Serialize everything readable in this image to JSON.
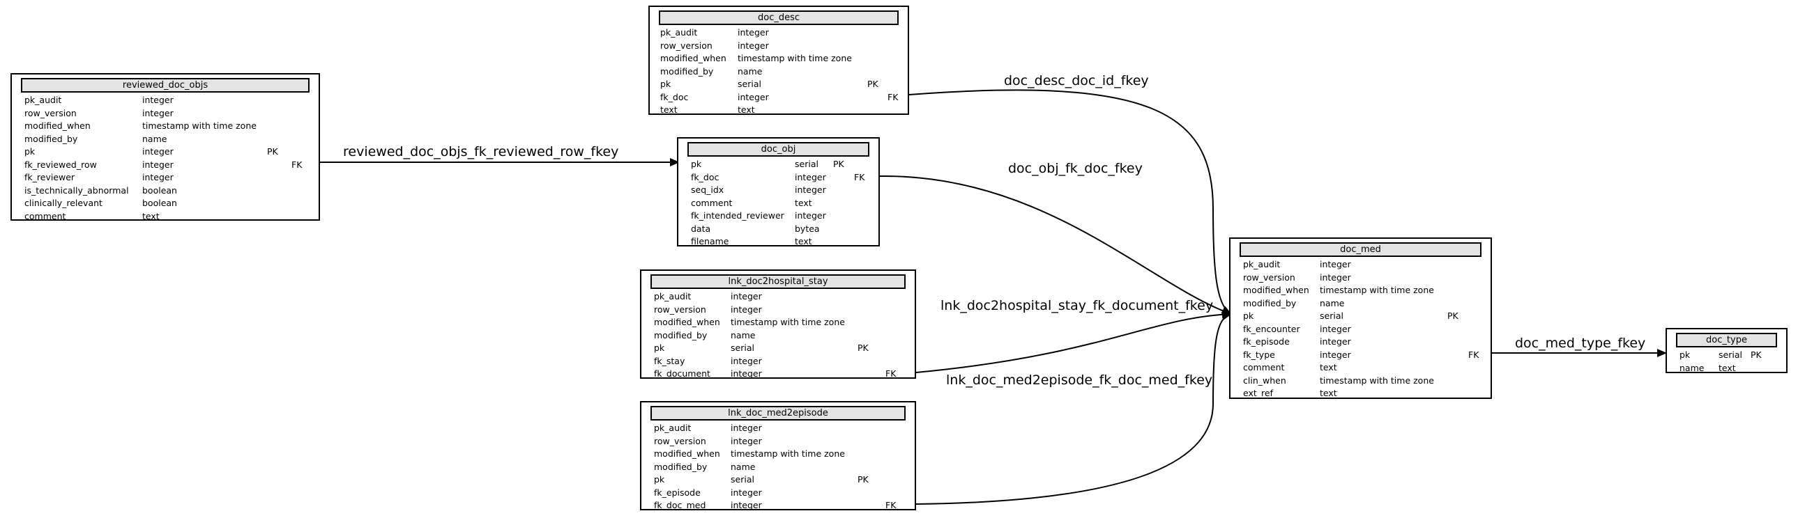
{
  "tables": {
    "reviewed_doc_objs": {
      "name": "reviewed_doc_objs",
      "columns": [
        {
          "name": "pk_audit",
          "type": "integer",
          "key": ""
        },
        {
          "name": "row_version",
          "type": "integer",
          "key": ""
        },
        {
          "name": "modified_when",
          "type": "timestamp with time zone",
          "key": ""
        },
        {
          "name": "modified_by",
          "type": "name",
          "key": ""
        },
        {
          "name": "pk",
          "type": "integer",
          "key": "PK"
        },
        {
          "name": "fk_reviewed_row",
          "type": "integer",
          "key": "FK"
        },
        {
          "name": "fk_reviewer",
          "type": "integer",
          "key": ""
        },
        {
          "name": "is_technically_abnormal",
          "type": "boolean",
          "key": ""
        },
        {
          "name": "clinically_relevant",
          "type": "boolean",
          "key": ""
        },
        {
          "name": "comment",
          "type": "text",
          "key": ""
        }
      ]
    },
    "doc_desc": {
      "name": "doc_desc",
      "columns": [
        {
          "name": "pk_audit",
          "type": "integer",
          "key": ""
        },
        {
          "name": "row_version",
          "type": "integer",
          "key": ""
        },
        {
          "name": "modified_when",
          "type": "timestamp with time zone",
          "key": ""
        },
        {
          "name": "modified_by",
          "type": "name",
          "key": ""
        },
        {
          "name": "pk",
          "type": "serial",
          "key": "PK"
        },
        {
          "name": "fk_doc",
          "type": "integer",
          "key": "FK"
        },
        {
          "name": "text",
          "type": "text",
          "key": ""
        }
      ]
    },
    "doc_obj": {
      "name": "doc_obj",
      "columns": [
        {
          "name": "pk",
          "type": "serial",
          "key": "PK"
        },
        {
          "name": "fk_doc",
          "type": "integer",
          "key": "FK"
        },
        {
          "name": "seq_idx",
          "type": "integer",
          "key": ""
        },
        {
          "name": "comment",
          "type": "text",
          "key": ""
        },
        {
          "name": "fk_intended_reviewer",
          "type": "integer",
          "key": ""
        },
        {
          "name": "data",
          "type": "bytea",
          "key": ""
        },
        {
          "name": "filename",
          "type": "text",
          "key": ""
        }
      ]
    },
    "lnk_doc2hospital_stay": {
      "name": "lnk_doc2hospital_stay",
      "columns": [
        {
          "name": "pk_audit",
          "type": "integer",
          "key": ""
        },
        {
          "name": "row_version",
          "type": "integer",
          "key": ""
        },
        {
          "name": "modified_when",
          "type": "timestamp with time zone",
          "key": ""
        },
        {
          "name": "modified_by",
          "type": "name",
          "key": ""
        },
        {
          "name": "pk",
          "type": "serial",
          "key": "PK"
        },
        {
          "name": "fk_stay",
          "type": "integer",
          "key": ""
        },
        {
          "name": "fk_document",
          "type": "integer",
          "key": "FK"
        }
      ]
    },
    "lnk_doc_med2episode": {
      "name": "lnk_doc_med2episode",
      "columns": [
        {
          "name": "pk_audit",
          "type": "integer",
          "key": ""
        },
        {
          "name": "row_version",
          "type": "integer",
          "key": ""
        },
        {
          "name": "modified_when",
          "type": "timestamp with time zone",
          "key": ""
        },
        {
          "name": "modified_by",
          "type": "name",
          "key": ""
        },
        {
          "name": "pk",
          "type": "serial",
          "key": "PK"
        },
        {
          "name": "fk_episode",
          "type": "integer",
          "key": ""
        },
        {
          "name": "fk_doc_med",
          "type": "integer",
          "key": "FK"
        }
      ]
    },
    "doc_med": {
      "name": "doc_med",
      "columns": [
        {
          "name": "pk_audit",
          "type": "integer",
          "key": ""
        },
        {
          "name": "row_version",
          "type": "integer",
          "key": ""
        },
        {
          "name": "modified_when",
          "type": "timestamp with time zone",
          "key": ""
        },
        {
          "name": "modified_by",
          "type": "name",
          "key": ""
        },
        {
          "name": "pk",
          "type": "serial",
          "key": "PK"
        },
        {
          "name": "fk_encounter",
          "type": "integer",
          "key": ""
        },
        {
          "name": "fk_episode",
          "type": "integer",
          "key": ""
        },
        {
          "name": "fk_type",
          "type": "integer",
          "key": "FK"
        },
        {
          "name": "comment",
          "type": "text",
          "key": ""
        },
        {
          "name": "clin_when",
          "type": "timestamp with time zone",
          "key": ""
        },
        {
          "name": "ext_ref",
          "type": "text",
          "key": ""
        }
      ]
    },
    "doc_type": {
      "name": "doc_type",
      "columns": [
        {
          "name": "pk",
          "type": "serial",
          "key": "PK"
        },
        {
          "name": "name",
          "type": "text",
          "key": ""
        }
      ]
    }
  },
  "relationships": [
    {
      "label": "reviewed_doc_objs_fk_reviewed_row_fkey",
      "from": "reviewed_doc_objs",
      "to": "doc_obj"
    },
    {
      "label": "doc_desc_doc_id_fkey",
      "from": "doc_desc",
      "to": "doc_med"
    },
    {
      "label": "doc_obj_fk_doc_fkey",
      "from": "doc_obj",
      "to": "doc_med"
    },
    {
      "label": "lnk_doc2hospital_stay_fk_document_fkey",
      "from": "lnk_doc2hospital_stay",
      "to": "doc_med"
    },
    {
      "label": "lnk_doc_med2episode_fk_doc_med_fkey",
      "from": "lnk_doc_med2episode",
      "to": "doc_med"
    },
    {
      "label": "doc_med_type_fkey",
      "from": "doc_med",
      "to": "doc_type"
    }
  ]
}
